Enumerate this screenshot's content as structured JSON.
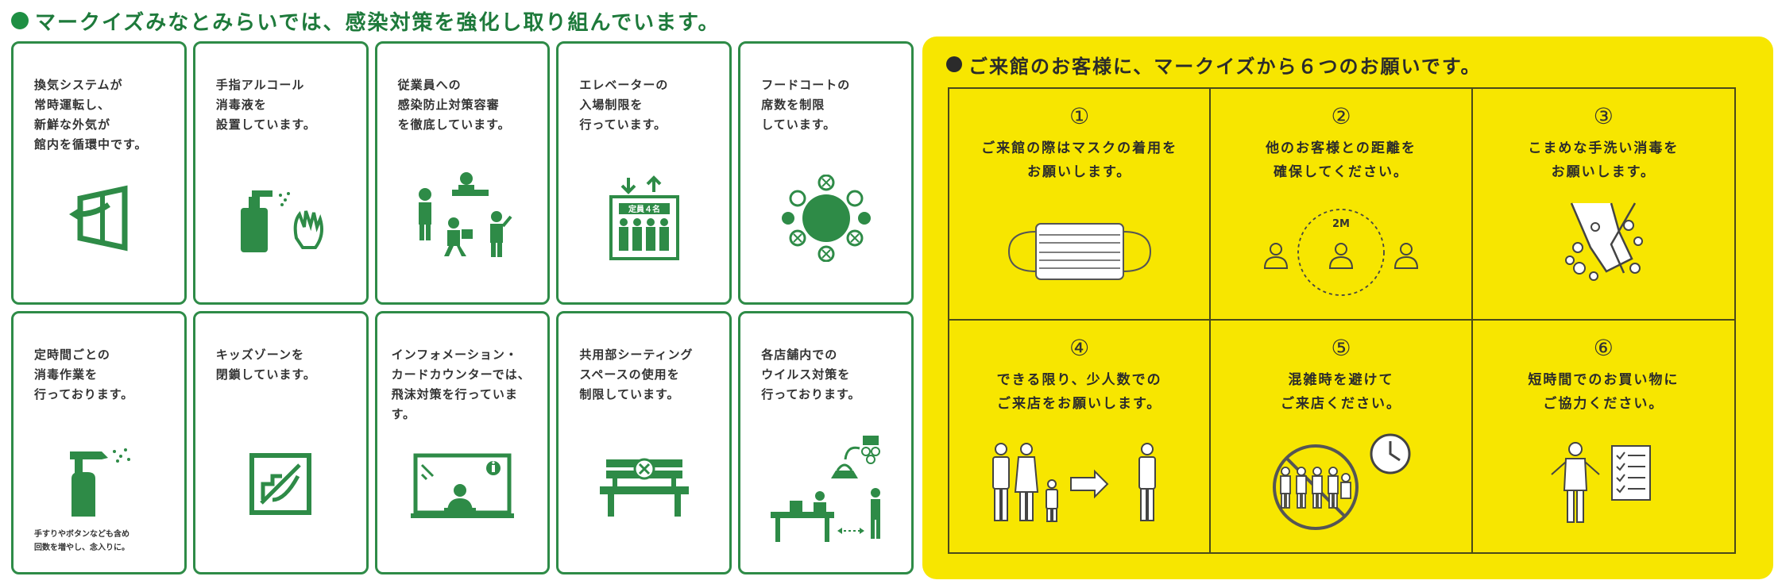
{
  "left_panel": {
    "title": "マークイズみなとみらいでは、感染対策を強化し取り組んでいます。",
    "cards": [
      {
        "text": "換気システムが\n常時運転し、\n新鮮な外気が\n館内を循環中です。",
        "icon": "ventilation-icon"
      },
      {
        "text": "手指アルコール\n消毒液を\n設置しています。",
        "icon": "hand-sanitizer-icon"
      },
      {
        "text": "従業員への\n感染防止対策容審\nを徹底しています。",
        "icon": "staff-icon"
      },
      {
        "text": "エレベーターの\n入場制限を\n行っています。",
        "icon": "elevator-icon",
        "icon_label": "定員４名"
      },
      {
        "text": "フードコートの\n席数を制限\nしています。",
        "icon": "food-court-seating-icon"
      },
      {
        "text": "定時間ごとの\n消毒作業を\n行っております。",
        "icon": "disinfection-spray-icon",
        "note": "手すりやボタンなども含め\n回数を増やし、念入りに。"
      },
      {
        "text": "キッズゾーンを\n閉鎖しています。",
        "icon": "kids-zone-closed-icon"
      },
      {
        "text": "インフォメーション・\nカードカウンターでは、\n飛沫対策を行っています。",
        "icon": "info-counter-shield-icon"
      },
      {
        "text": "共用部シーティング\nスペースの使用を\n制限しています。",
        "icon": "bench-restricted-icon"
      },
      {
        "text": "各店舗内での\nウイルス対策を\n行っております。",
        "icon": "store-measures-icon"
      }
    ]
  },
  "right_panel": {
    "title": "ご来館のお客様に、マークイズから６つのお願いです。",
    "cells": [
      {
        "num": "①",
        "text": "ご来館の際はマスクの着用を\nお願いします。",
        "icon": "mask-icon"
      },
      {
        "num": "②",
        "text": "他のお客様との距離を\n確保してください。",
        "icon": "distance-icon",
        "icon_label": "2M"
      },
      {
        "num": "③",
        "text": "こまめな手洗い消毒を\nお願いします。",
        "icon": "hand-wash-icon"
      },
      {
        "num": "④",
        "text": "できる限り、少人数での\nご来店をお願いします。",
        "icon": "small-group-icon"
      },
      {
        "num": "⑤",
        "text": "混雑時を避けて\nご来店ください。",
        "icon": "avoid-crowd-icon"
      },
      {
        "num": "⑥",
        "text": "短時間でのお買い物に\nご協力ください。",
        "icon": "short-shopping-icon"
      }
    ]
  },
  "colors": {
    "green": "#2e8b47",
    "yellow": "#f7e600",
    "dark": "#2b2b2b"
  }
}
